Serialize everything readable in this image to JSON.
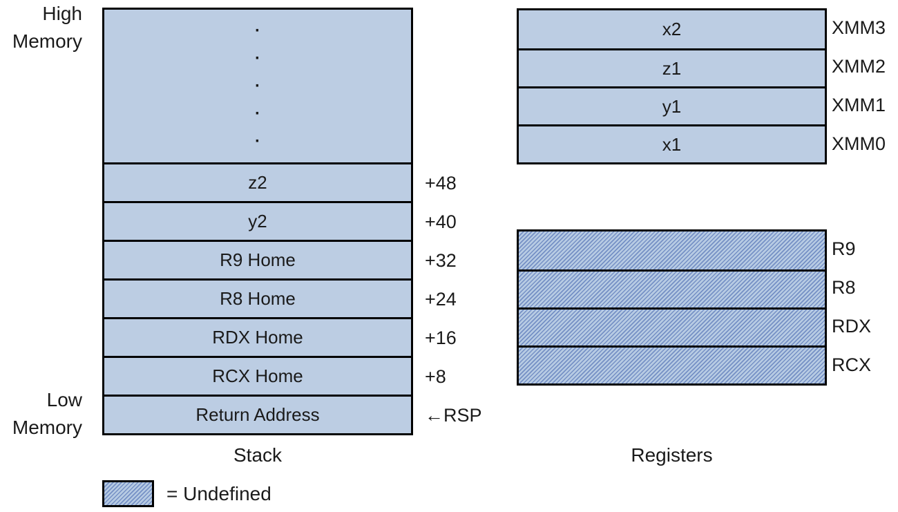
{
  "colors": {
    "box_fill": "#bccde3",
    "hatch_line": "#7590c5",
    "border": "#000000",
    "text": "#1a1a1a",
    "background": "#ffffff"
  },
  "memory_labels": {
    "high": "High Memory",
    "low": "Low Memory"
  },
  "stack": {
    "ellipsis": "·\n·\n·\n·\n·",
    "rows": [
      {
        "label": "z2",
        "offset": "+48"
      },
      {
        "label": "y2",
        "offset": "+40"
      },
      {
        "label": "R9 Home",
        "offset": "+32"
      },
      {
        "label": "R8 Home",
        "offset": "+24"
      },
      {
        "label": "RDX Home",
        "offset": "+16"
      },
      {
        "label": "RCX Home",
        "offset": "+8"
      },
      {
        "label": "Return Address",
        "offset": "←RSP"
      }
    ],
    "caption": "Stack"
  },
  "xmm_registers": {
    "rows": [
      {
        "value": "x2",
        "register": "XMM3"
      },
      {
        "value": "z1",
        "register": "XMM2"
      },
      {
        "value": "y1",
        "register": "XMM1"
      },
      {
        "value": "x1",
        "register": "XMM0"
      }
    ]
  },
  "gp_registers": {
    "rows": [
      {
        "register": "R9"
      },
      {
        "register": "R8"
      },
      {
        "register": "RDX"
      },
      {
        "register": "RCX"
      }
    ],
    "fill": "undefined-hatch"
  },
  "registers_caption": "Registers",
  "legend": {
    "swatch": "undefined-hatch",
    "label": "= Undefined"
  }
}
